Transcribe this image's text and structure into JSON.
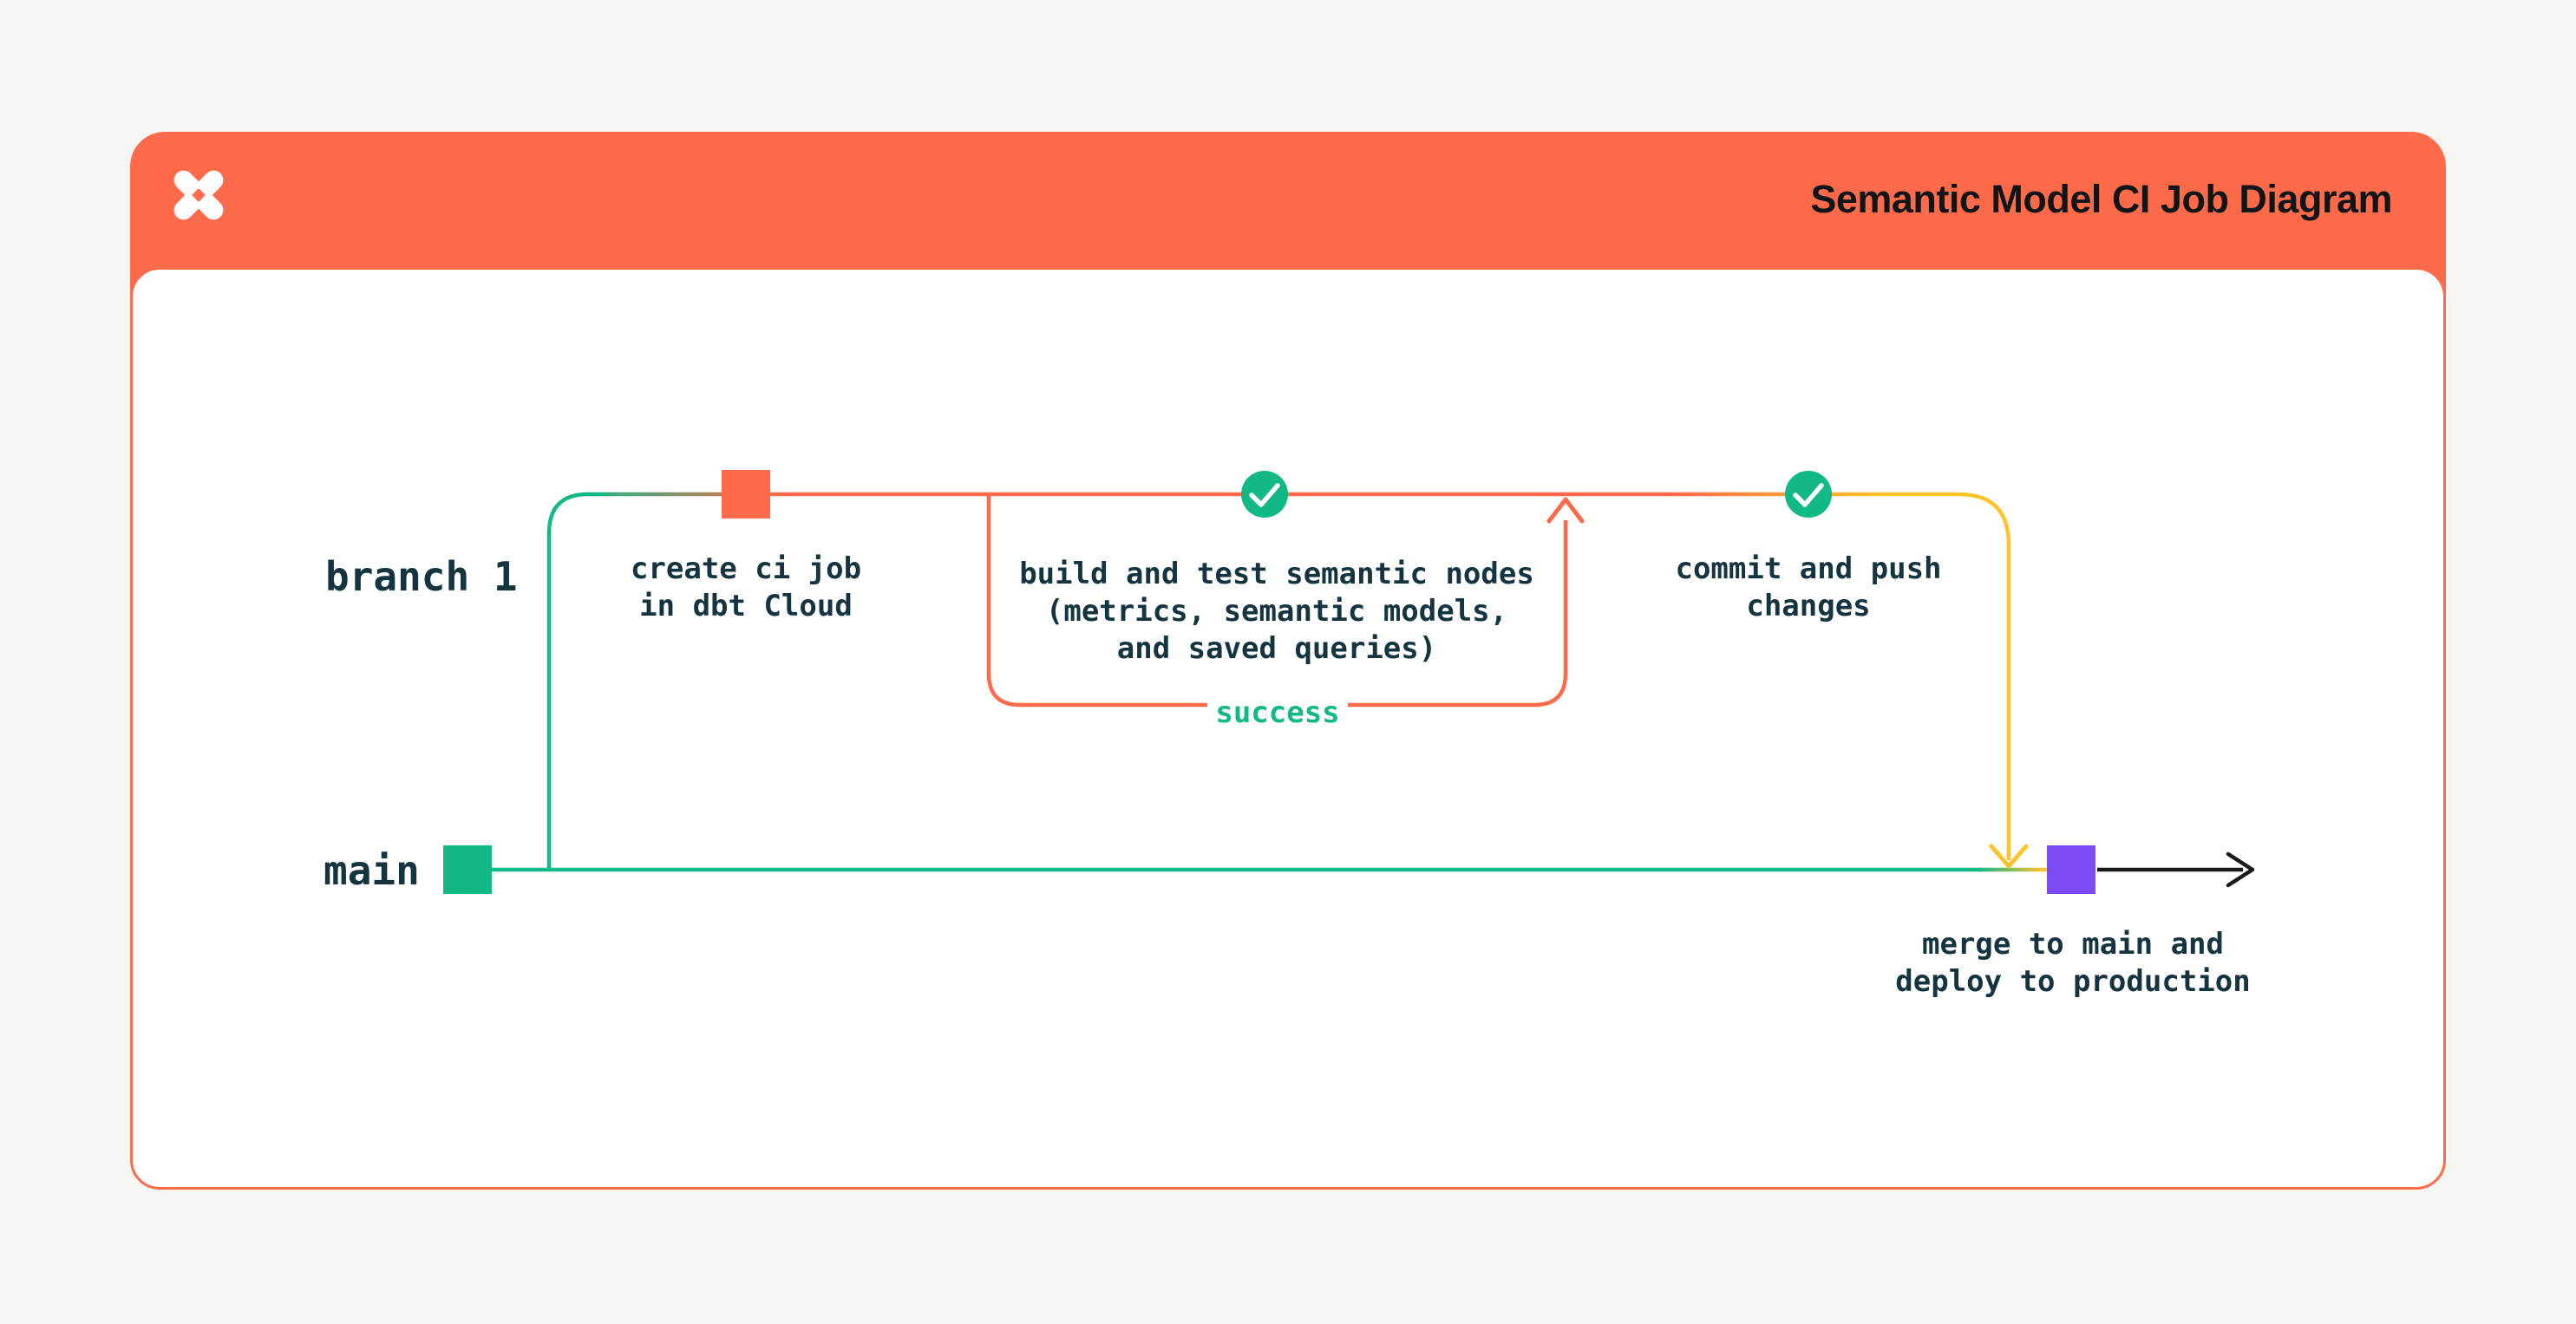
{
  "header": {
    "title": "Semantic Model CI Job Diagram",
    "logo_icon": "dbt-logo"
  },
  "branch_labels": {
    "branch1": "branch 1",
    "main": "main"
  },
  "annotations": {
    "create_ci_job": "create ci job\nin dbt Cloud",
    "build_and_test": "build and test semantic nodes\n(metrics, semantic models,\nand saved queries)",
    "success": "success",
    "commit_and_push": "commit and push\nchanges",
    "merge_to_main": "merge to main and\ndeploy to production"
  },
  "icons": {
    "check_icon_1": "check-circle",
    "check_icon_2": "check-circle",
    "commit_node_branch": "orange-commit-square",
    "commit_node_main_start": "green-commit-square",
    "commit_node_merge": "purple-merge-square"
  },
  "colors": {
    "orange": "#ff6a4b",
    "green": "#12b886",
    "yellow": "#fcc32b",
    "purple": "#7c4bf2",
    "text_dark": "#14353f",
    "title_dark": "#101618",
    "page_bg": "#f7f6f3",
    "arrow_black": "#1a1a1a",
    "card_bg": "#ffffff"
  }
}
